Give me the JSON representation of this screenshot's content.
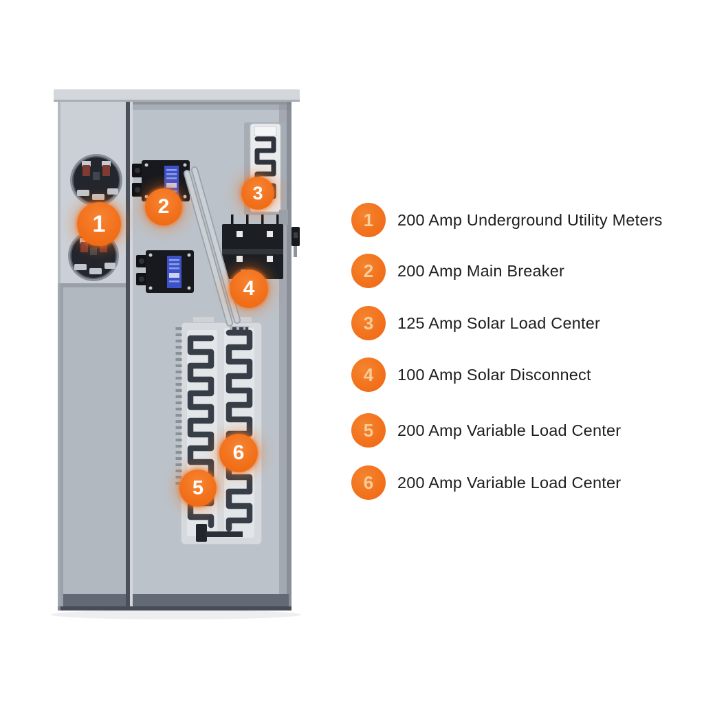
{
  "colors": {
    "accent_orange": "#F2711C",
    "legend_number": "#F7CD9C",
    "marker_number": "#FFFFFF",
    "label_text": "#1D1D1F",
    "cabinet_gray": "#BCC2C9",
    "busbar_dark": "#383E48"
  },
  "legend": {
    "items": [
      {
        "number": "1",
        "label": "200 Amp Underground Utility Meters"
      },
      {
        "number": "2",
        "label": "200 Amp Main Breaker"
      },
      {
        "number": "3",
        "label": "125 Amp Solar Load Center"
      },
      {
        "number": "4",
        "label": "100 Amp Solar Disconnect"
      },
      {
        "number": "5",
        "label": "200 Amp Variable Load Center"
      },
      {
        "number": "6",
        "label": "200 Amp Variable Load Center"
      }
    ]
  },
  "markers": [
    {
      "number": "1"
    },
    {
      "number": "2"
    },
    {
      "number": "3"
    },
    {
      "number": "4"
    },
    {
      "number": "5"
    },
    {
      "number": "6"
    }
  ]
}
